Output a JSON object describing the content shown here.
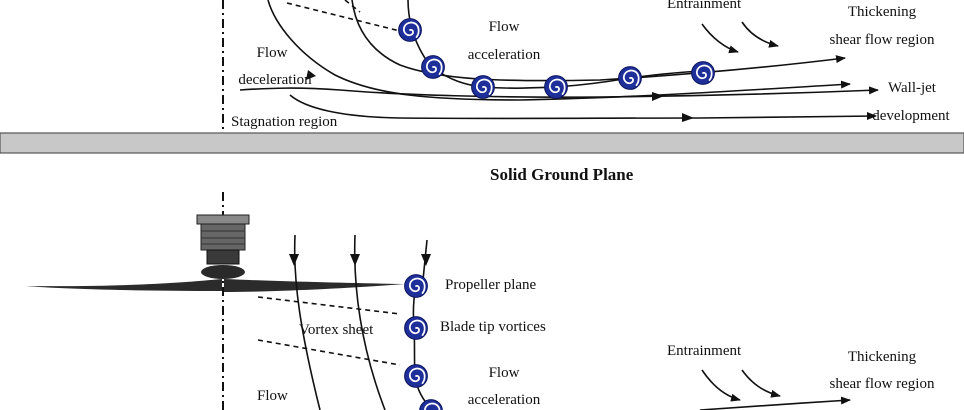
{
  "top_panel": {
    "labels": {
      "entrainment": "Entrainment",
      "thickening": "Thickening",
      "shear_flow_region": "shear flow region",
      "flow_acceleration_1": "Flow",
      "flow_acceleration_2": "acceleration",
      "flow_deceleration_1": "Flow",
      "flow_deceleration_2": "deceleration",
      "stagnation_region": "Stagnation region",
      "wall_jet_1": "Wall-jet",
      "wall_jet_2": "development"
    }
  },
  "ground": {
    "title": "Solid Ground Plane"
  },
  "bottom_panel": {
    "labels": {
      "propeller_plane": "Propeller plane",
      "vortex_sheet": "Vortex sheet",
      "blade_tip_vortices": "Blade tip vortices",
      "flow_acceleration_1": "Flow",
      "flow_acceleration_2": "acceleration",
      "entrainment": "Entrainment",
      "thickening": "Thickening",
      "shear_flow_region": "shear flow region",
      "flow_partial": "Flow"
    }
  },
  "colors": {
    "vortex_fill": "#1f2f9a",
    "ground_fill": "#c8c8c8",
    "line": "#111111"
  }
}
